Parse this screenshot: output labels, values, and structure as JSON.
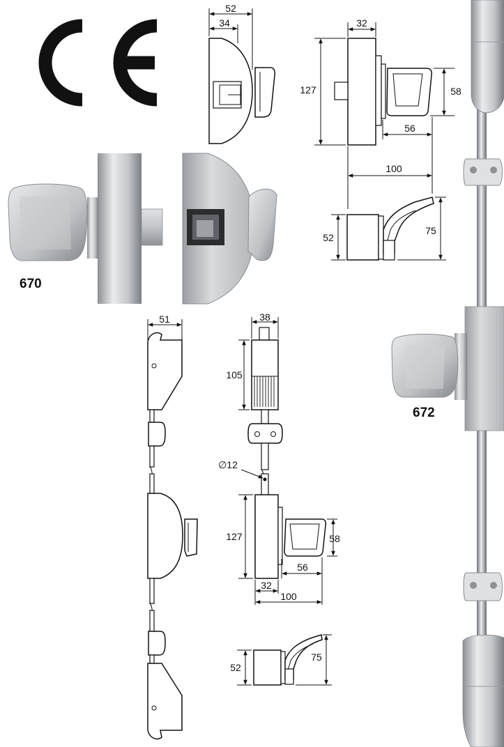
{
  "certification": {
    "mark": "CE"
  },
  "products": [
    {
      "model": "670"
    },
    {
      "model": "672"
    }
  ],
  "top_drawings": {
    "side_view": {
      "overall_depth": "52",
      "body_depth": "34"
    },
    "front_view": {
      "body_width": "32",
      "height": "127",
      "knob_height": "58",
      "knob_projection": "56",
      "total_projection": "100"
    },
    "lever_view": {
      "body_height": "52",
      "lever_height": "75"
    }
  },
  "bottom_drawings": {
    "rod_side_view": {
      "width": "51"
    },
    "rod_front_view": {
      "width": "38",
      "bolt_length": "105",
      "rod_diameter": "∅12"
    },
    "lock_front_view": {
      "height": "127",
      "knob_height": "58",
      "knob_projection": "56",
      "body_width": "32",
      "total_projection": "100"
    },
    "lever_view": {
      "body_height": "52",
      "lever_height": "75"
    }
  },
  "colors": {
    "line": "#111111",
    "metal_light": "#e4e6e8",
    "metal_mid": "#b9bcbf",
    "metal_dark": "#7e8286"
  }
}
